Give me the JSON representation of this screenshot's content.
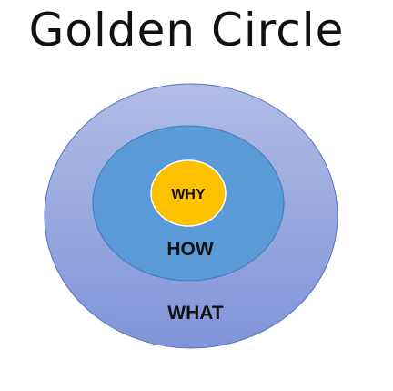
{
  "title": "Golden Circle",
  "circles": {
    "outer": {
      "label": "WHAT",
      "color_top": "#b0bde6",
      "color_bottom": "#8094d8",
      "stroke": "#5a74c4"
    },
    "middle": {
      "label": "HOW",
      "color": "#5a9ad6",
      "stroke": "#3f78bf"
    },
    "inner": {
      "label": "WHY",
      "color": "#ffc000",
      "stroke": "#ffffff"
    }
  }
}
